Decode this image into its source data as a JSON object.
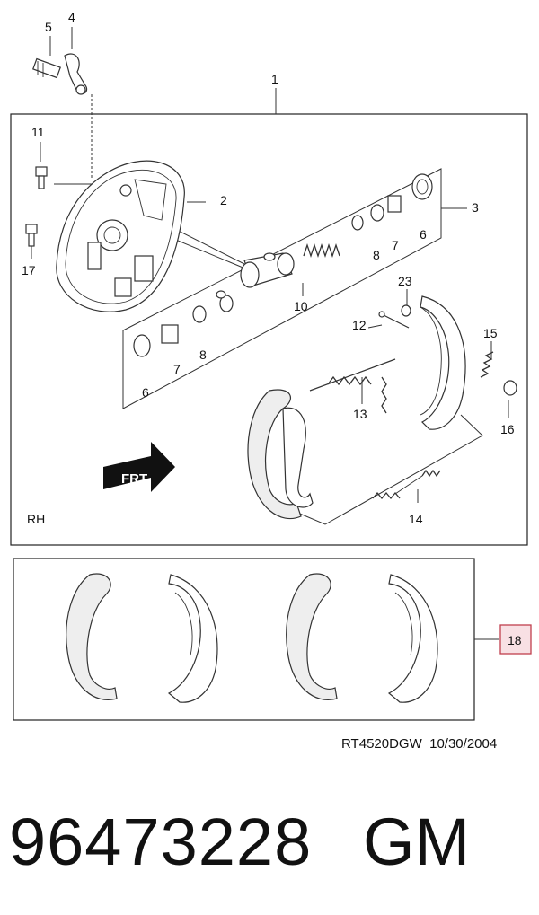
{
  "callouts": {
    "c1": "1",
    "c2": "2",
    "c3": "3",
    "c4": "4",
    "c5": "5",
    "c6a": "6",
    "c6b": "6",
    "c7a": "7",
    "c7b": "7",
    "c8a": "8",
    "c8b": "8",
    "c10": "10",
    "c11": "11",
    "c12": "12",
    "c13": "13",
    "c14": "14",
    "c15": "15",
    "c16": "16",
    "c17": "17",
    "c18": "18",
    "c23": "23"
  },
  "side_label": "RH",
  "direction_label": "FRT",
  "drawing_code": "RT4520DGW",
  "drawing_date": "10/30/2004",
  "part_number": "96473228",
  "brand": "GM",
  "colors": {
    "highlight_fill": "#f8e0e4",
    "highlight_border": "#c0404e"
  }
}
